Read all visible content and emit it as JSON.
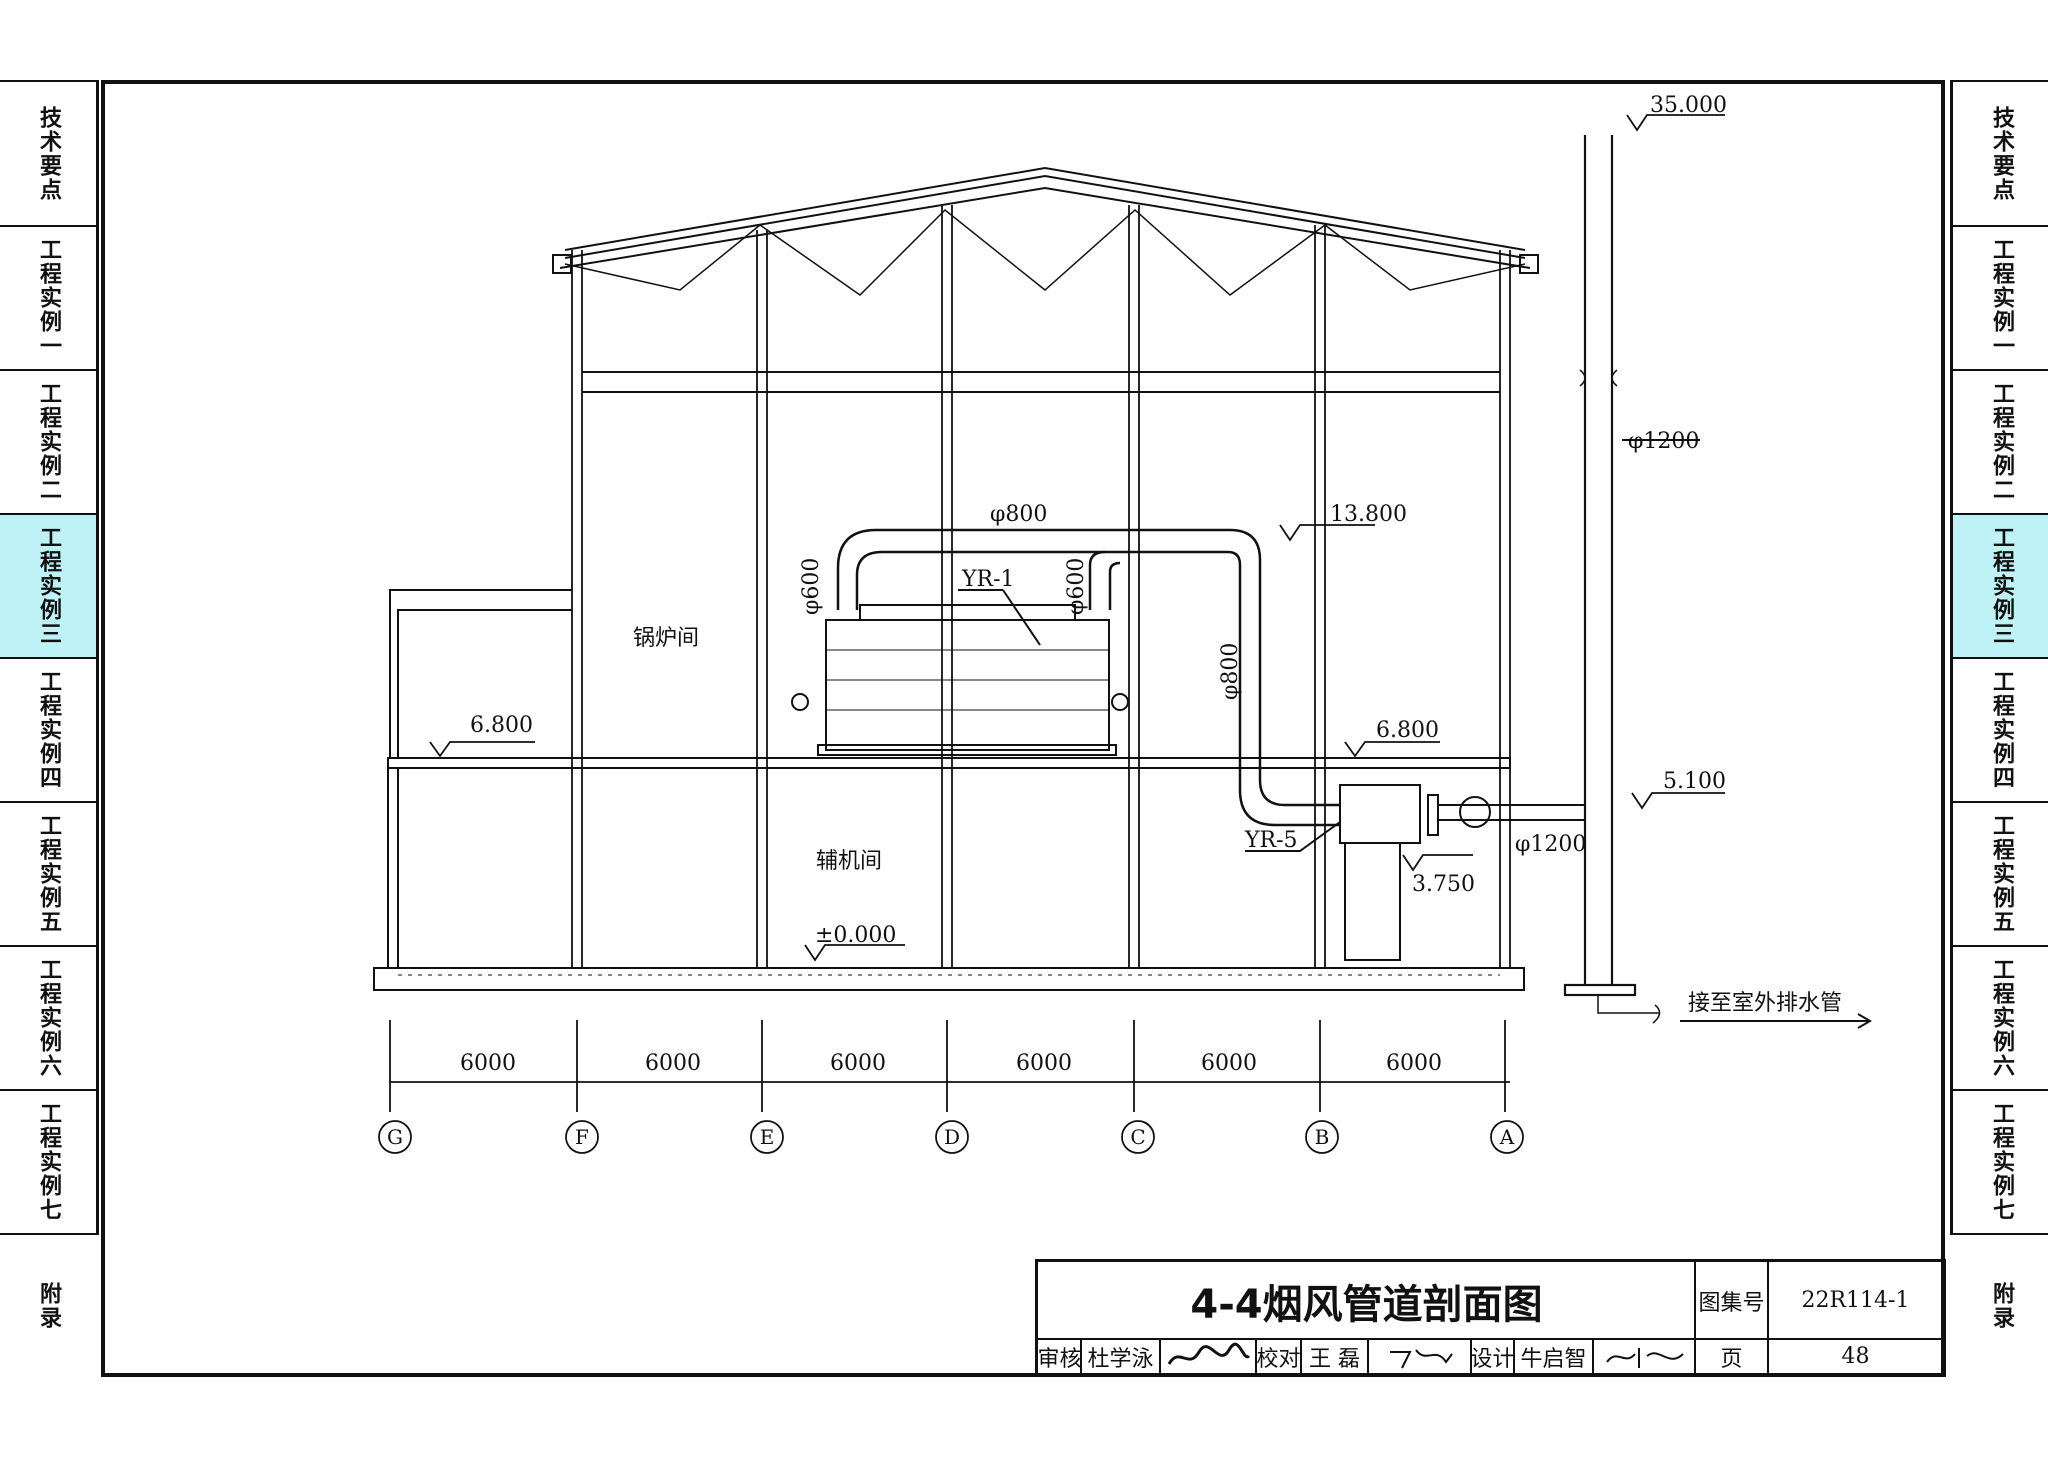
{
  "side_tabs": [
    {
      "label": "技术要点",
      "active": false
    },
    {
      "label": "工程实例一",
      "active": false
    },
    {
      "label": "工程实例二",
      "active": false
    },
    {
      "label": "工程实例三",
      "active": true
    },
    {
      "label": "工程实例四",
      "active": false
    },
    {
      "label": "工程实例五",
      "active": false
    },
    {
      "label": "工程实例六",
      "active": false
    },
    {
      "label": "工程实例七",
      "active": false
    },
    {
      "label": "附录",
      "active": false
    }
  ],
  "drawing": {
    "rooms": {
      "boiler": "锅炉间",
      "aux": "辅机间"
    },
    "elevations": {
      "chimney_top": "35.000",
      "duct_top": "13.800",
      "floor_left": "6.800",
      "floor_right": "6.800",
      "flue_center": "5.100",
      "fan_base": "3.750",
      "ground": "±0.000"
    },
    "pipes": {
      "top_duct": "φ800",
      "riser": "φ800",
      "left_branch": "φ600",
      "right_branch": "φ600",
      "chimney": "φ1200",
      "flue": "φ1200"
    },
    "equipment": {
      "boiler": "YR-1",
      "fan": "YR-5"
    },
    "drain_note": "接至室外排水管",
    "spans": [
      "6000",
      "6000",
      "6000",
      "6000",
      "6000",
      "6000"
    ],
    "axes": [
      "G",
      "F",
      "E",
      "D",
      "C",
      "B",
      "A"
    ]
  },
  "titleblock": {
    "title": "4-4烟风管道剖面图",
    "atlas_label": "图集号",
    "atlas_no": "22R114-1",
    "review_label": "审核",
    "reviewer": "杜学泳",
    "check_label": "校对",
    "checker": "王 磊",
    "design_label": "设计",
    "designer": "牛启智",
    "page_label": "页",
    "page_no": "48"
  },
  "colors": {
    "ink": "#111111",
    "highlight": "#bff2f7"
  }
}
